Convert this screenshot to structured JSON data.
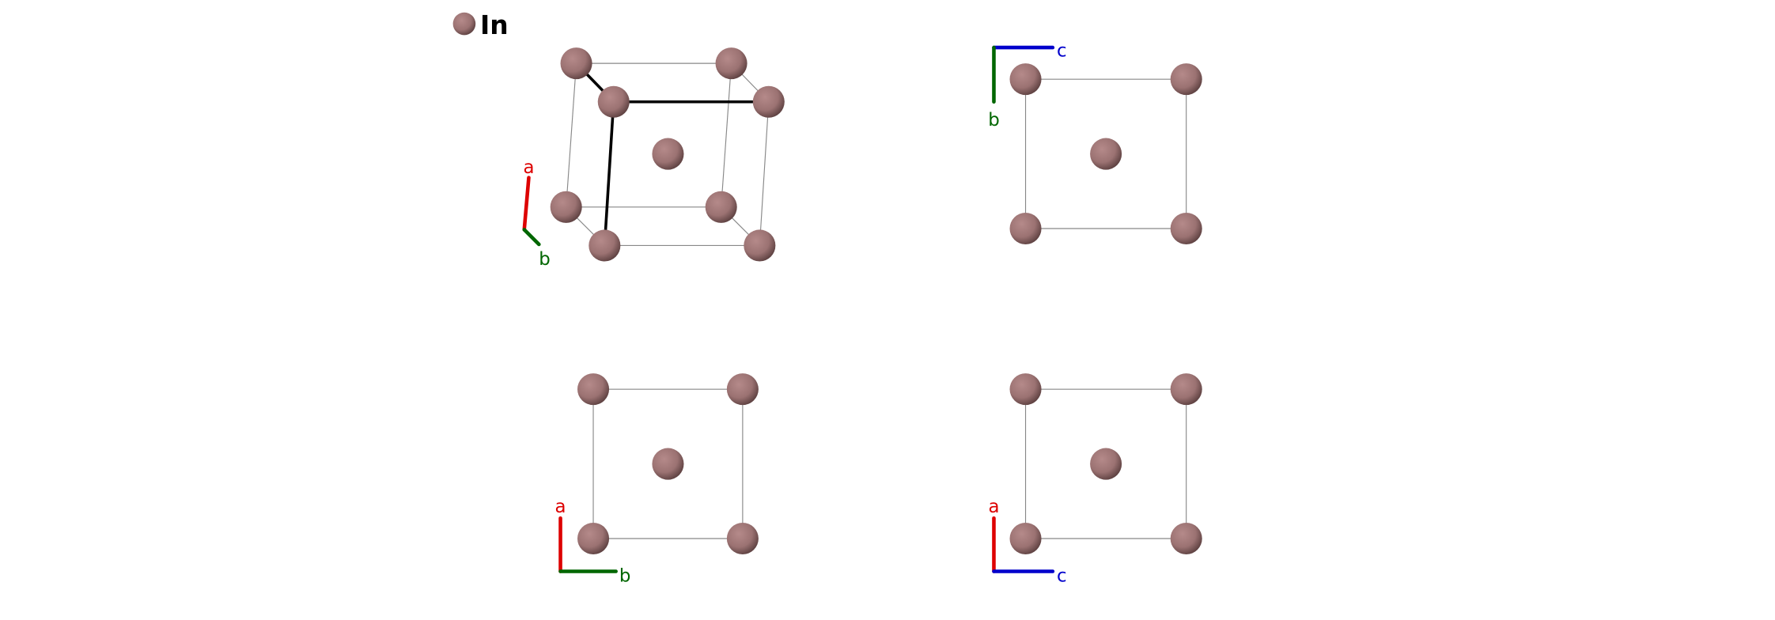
{
  "legend": {
    "element": "In",
    "color": "#9b7272"
  },
  "colors": {
    "a_axis": "#dd0000",
    "b_axis": "#006600",
    "c_axis": "#0000cc",
    "cell_line": "#888888",
    "bond": "#000000"
  },
  "panels": [
    {
      "name": "perspective",
      "axes": [
        "a",
        "b"
      ]
    },
    {
      "name": "view-along-a",
      "axes": [
        "c",
        "b"
      ]
    },
    {
      "name": "view-along-c",
      "axes": [
        "a",
        "b"
      ]
    },
    {
      "name": "view-along-b",
      "axes": [
        "a",
        "c"
      ]
    }
  ]
}
